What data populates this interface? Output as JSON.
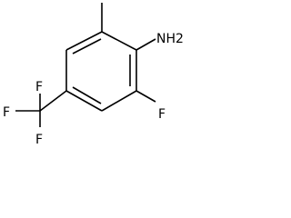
{
  "structure": {
    "amine_label": "NH2",
    "fluoro_label": "F",
    "trifluoromethyl_labels": [
      "F",
      "F",
      "F"
    ]
  },
  "colors": {
    "bond": "#000000",
    "text": "#000000",
    "background": "#ffffff"
  }
}
